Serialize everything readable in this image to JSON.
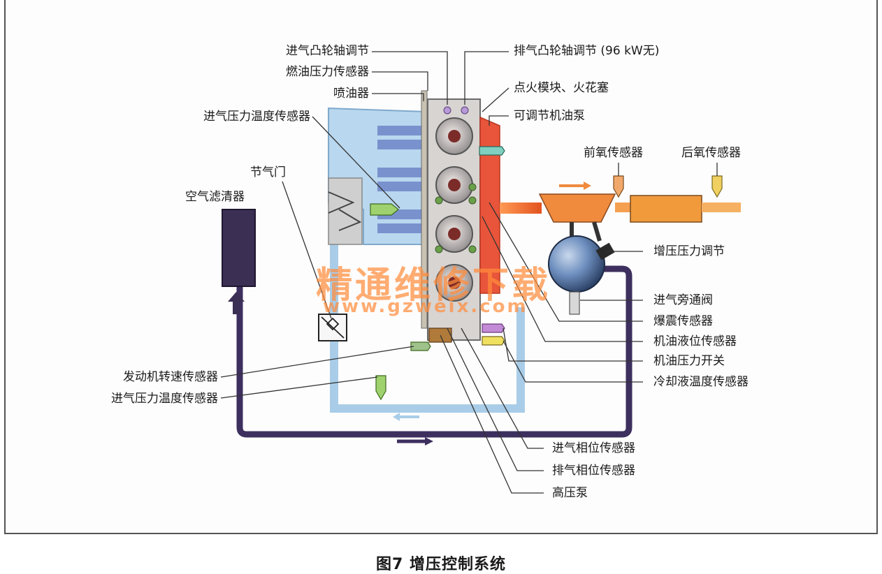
{
  "labels": {
    "intake_cam": "进气凸轮轴调节",
    "fuel_pressure_sensor": "燃油压力传感器",
    "injector": "喷油器",
    "intake_pt_sensor_top": "进气压力温度传感器",
    "throttle": "节气门",
    "air_filter": "空气滤清器",
    "exhaust_cam": "排气凸轮轴调节 (96 kW无)",
    "ignition": "点火模块、火花塞",
    "oil_pump": "可调节机油泵",
    "front_o2": "前氧传感器",
    "rear_o2": "后氧传感器",
    "boost_control": "增压压力调节",
    "bypass_valve": "进气旁通阀",
    "knock_sensor": "爆震传感器",
    "oil_level_sensor": "机油液位传感器",
    "oil_pressure_switch": "机油压力开关",
    "coolant_temp_sensor": "冷却液温度传感器",
    "engine_speed_sensor": "发动机转速传感器",
    "intake_pt_sensor_bottom": "进气压力温度传感器",
    "intake_phase_sensor": "进气相位传感器",
    "exhaust_phase_sensor": "排气相位传感器",
    "high_pressure_pump": "高压泵"
  },
  "watermark": {
    "chinese": "精通维修下载",
    "url": "www.gzweix.com"
  },
  "caption": "图7 增压控制系统",
  "colors": {
    "intake_air": "#a9cde8",
    "charge_loop": "#3d2f5e",
    "exhaust": "#f07a2a",
    "engine_block": "#d8d4d2",
    "turbo": "#4e6f9a"
  }
}
